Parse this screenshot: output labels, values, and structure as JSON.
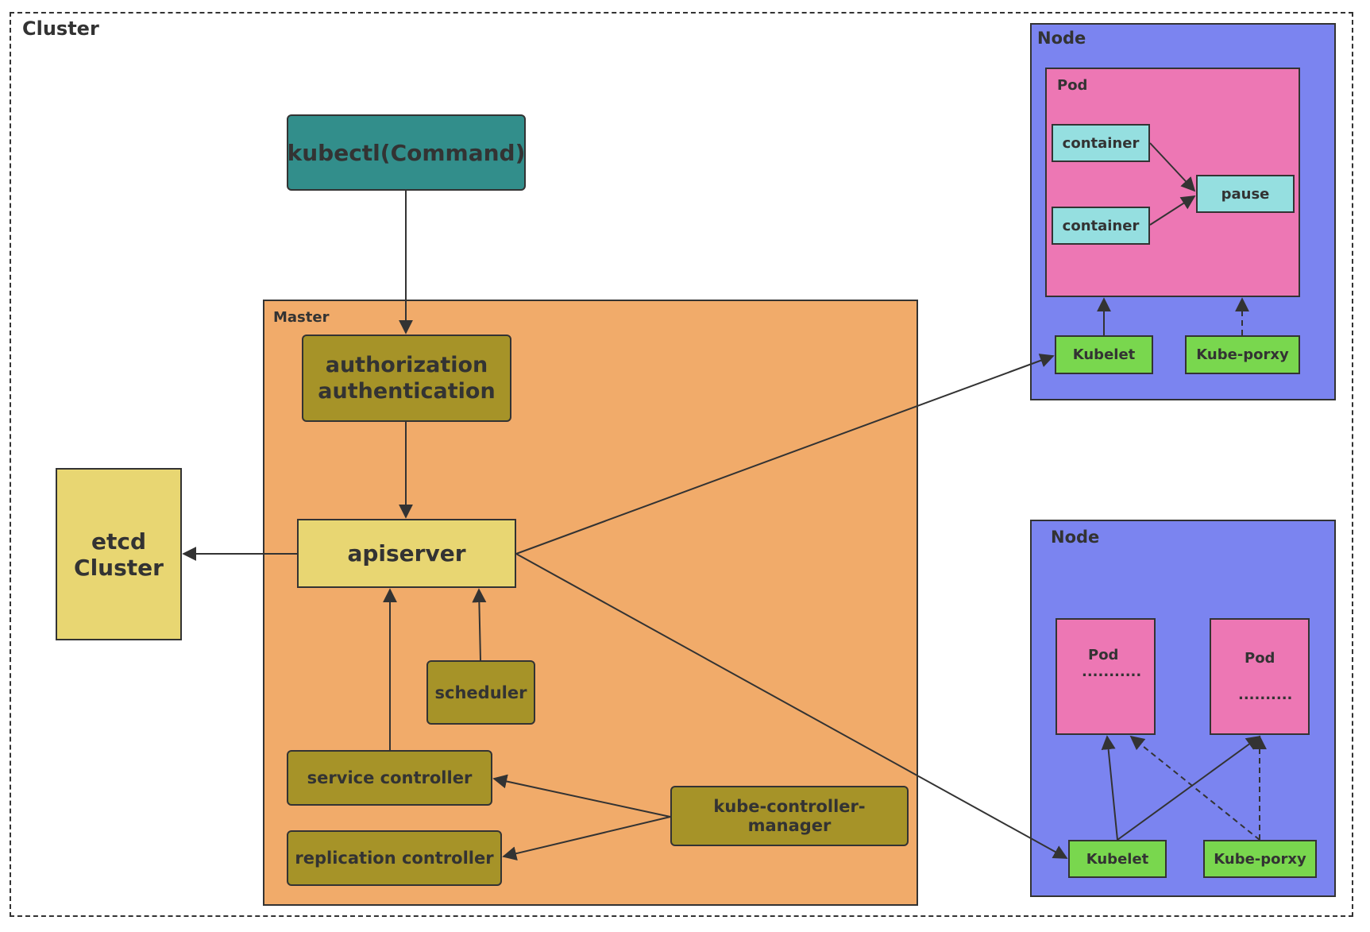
{
  "cluster": {
    "title": "Cluster"
  },
  "master": {
    "title": "Master",
    "kubectl": "kubectl(Command)",
    "auth": "authorization\nauthentication",
    "apiserver": "apiserver",
    "scheduler": "scheduler",
    "service_controller": "service controller",
    "replication_controller": "replication controller",
    "kube_controller_manager": "kube-controller-manager"
  },
  "etcd": {
    "label": "etcd\nCluster"
  },
  "node1": {
    "title": "Node",
    "pod": {
      "title": "Pod",
      "container1": "container",
      "container2": "container",
      "pause": "pause"
    },
    "kubelet": "Kubelet",
    "kube_proxy": "Kube-porxy"
  },
  "node2": {
    "title": "Node",
    "pod1": {
      "title": "Pod",
      "content": "..........."
    },
    "pod2": {
      "title": "Pod",
      "content": ".........."
    },
    "kubelet": "Kubelet",
    "kube_proxy": "Kube-porxy"
  },
  "colors": {
    "olive": "#a69328",
    "yellow": "#e8d672",
    "teal": "#328e8b",
    "cyan": "#95dfe0",
    "green": "#79d74e",
    "pink": "#ed77b4",
    "node_blue": "#7b84f0",
    "master_orange": "#f1ab6a"
  }
}
